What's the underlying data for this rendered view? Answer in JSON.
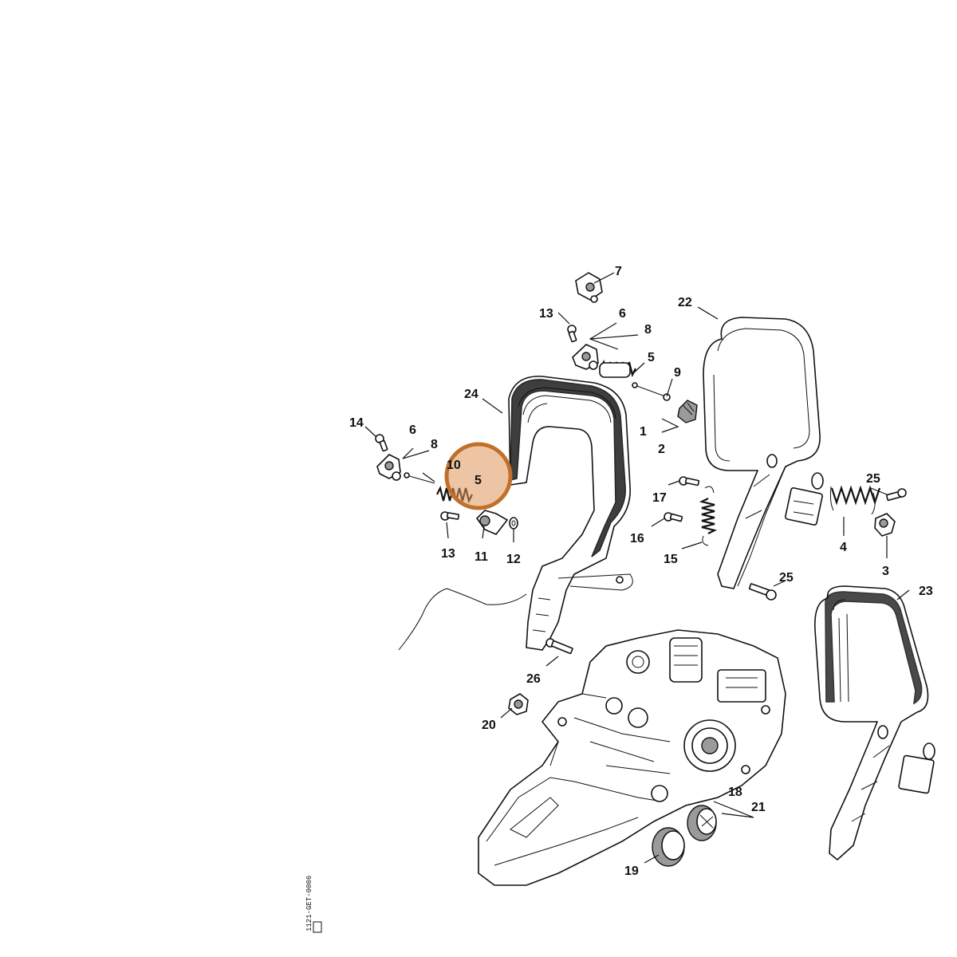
{
  "diagram": {
    "labels": {
      "p1": "1",
      "p2": "2",
      "p3": "3",
      "p4": "4",
      "p5a": "5",
      "p5b": "5",
      "p6a": "6",
      "p6b": "6",
      "p7": "7",
      "p8a": "8",
      "p8b": "8",
      "p9": "9",
      "p10": "10",
      "p11": "11",
      "p12": "12",
      "p13a": "13",
      "p13b": "13",
      "p14": "14",
      "p15": "15",
      "p16": "16",
      "p17": "17",
      "p18": "18",
      "p19": "19",
      "p20": "20",
      "p21": "21",
      "p22": "22",
      "p23": "23",
      "p24": "24",
      "p25a": "25",
      "p25b": "25",
      "p26": "26"
    },
    "highlight": {
      "part": "5",
      "color": "#c0702a",
      "fill": "rgba(224,150,90,0.55)"
    },
    "drawing_id": "1121-GET-0086"
  }
}
